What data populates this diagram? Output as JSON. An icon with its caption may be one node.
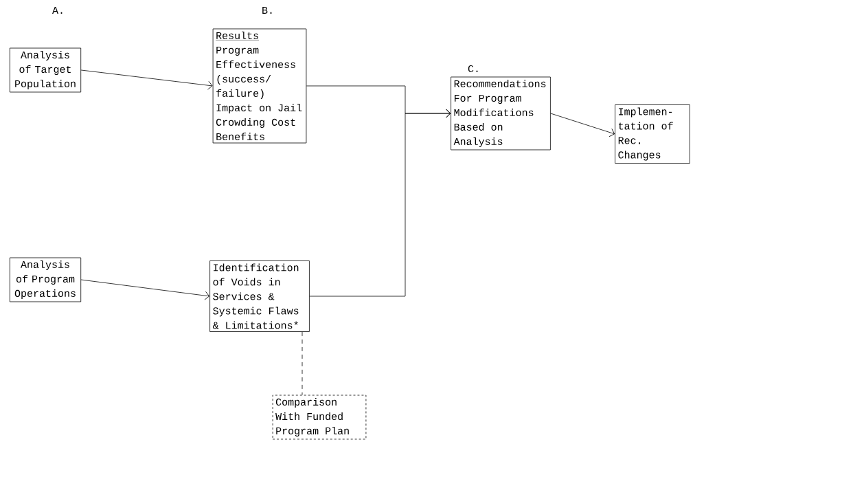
{
  "diagram": {
    "nodes": [
      {
        "text": [
          "Analysis of Target Population"
        ]
      },
      {
        "text": [
          "Results",
          "Program Effectiveness (success/ failure) Impact on Jail Crowding Cost Benefits"
        ]
      },
      {
        "text": [
          "Recommendations For Program Modifications Based on Analysis"
        ]
      },
      {
        "text": [
          "Implemen- tation of Rec. Changes"
        ]
      },
      {
        "text": [
          "Analysis of Program Operations"
        ]
      },
      {
        "text": [
          "Identification of Voids in Services & Systemic Flaws & Limitations*"
        ]
      },
      {
        "text": [
          "Comparison With Funded Program Plan"
        ]
      }
    ],
    "edges": [
      {
        "from": 0,
        "to": 1,
        "arrow": "to"
      },
      {
        "from": 1,
        "to": 2,
        "arrow": "to"
      },
      {
        "from": 5,
        "to": 2,
        "arrow": "to"
      },
      {
        "from": 2,
        "to": 3,
        "arrow": "to"
      },
      {
        "from": 4,
        "to": 5,
        "arrow": "to"
      },
      {
        "from": 5,
        "to": 6,
        "arrow": "none",
        "style": "dashed"
      }
    ],
    "labels": [
      "A.",
      "B.",
      "C."
    ]
  }
}
